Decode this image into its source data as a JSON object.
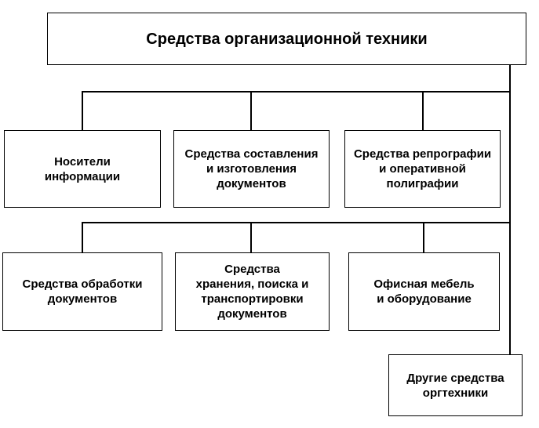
{
  "diagram": {
    "root": "Средства организационной техники",
    "row1": [
      "Носители\nинформации",
      "Средства составления\nи изготовления\nдокументов",
      "Средства репрографии\nи оперативной\nполиграфии"
    ],
    "row2": [
      "Средства обработки\nдокументов",
      "Средства\nхранения, поиска и\nтранспортировки\nдокументов",
      "Офисная мебель\nи оборудование"
    ],
    "other": "Другие средства\nоргтехники"
  }
}
